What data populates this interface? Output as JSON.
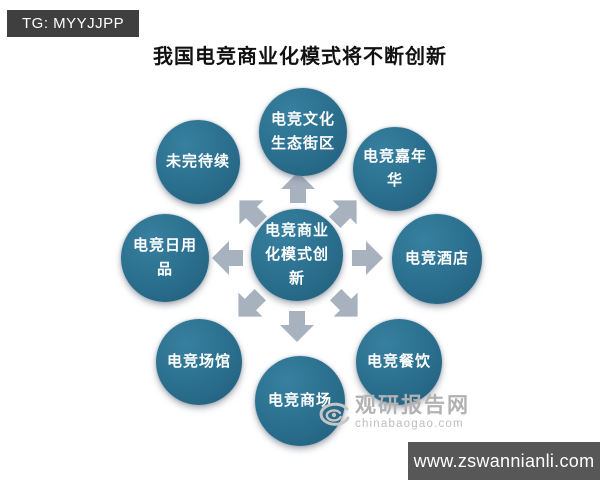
{
  "badge": {
    "label": "TG: MYYJJPP"
  },
  "title": "我国电竞商业化模式将不断创新",
  "diagram": {
    "center": {
      "label": "电竞商业\n化模式创\n新"
    },
    "nodes": [
      {
        "id": "top",
        "label": "电竞文化\n生态街区"
      },
      {
        "id": "top-right",
        "label": "电竞嘉年\n华"
      },
      {
        "id": "right",
        "label": "电竞酒店"
      },
      {
        "id": "bottom-right",
        "label": "电竞餐饮"
      },
      {
        "id": "bottom",
        "label": "电竞商场"
      },
      {
        "id": "bottom-left",
        "label": "电竞场馆"
      },
      {
        "id": "left",
        "label": "电竞日用\n品"
      },
      {
        "id": "top-left",
        "label": "未完待续"
      }
    ]
  },
  "watermark": {
    "site_name": "观研报告网",
    "site_domain": "chinabaogao.com"
  },
  "footer": {
    "url": "www.zswannianli.com"
  },
  "colors": {
    "circle_fill": "#2a6e8d",
    "arrow": "#a8b2bf",
    "badge_bg": "#3f3f3f",
    "footer_bg": "#575757",
    "watermark_text": "#b2b2b2"
  }
}
